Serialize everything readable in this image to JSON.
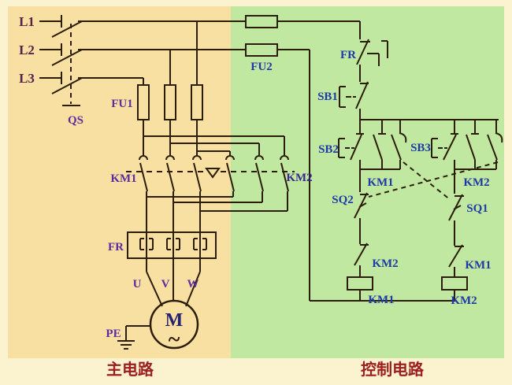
{
  "diagram": {
    "type": "electrical-schematic",
    "description": "motor forward-reverse control circuit",
    "section_labels": {
      "main": "主电路",
      "control": "控制电路"
    },
    "colors": {
      "border_bg": "#fbf2cf",
      "main_bg": "#f8dfa2",
      "control_bg": "#c1e8a0",
      "line": "#2b1d07",
      "phase_label": "#56224a",
      "main_label": "#5b2d9e",
      "control_label": "#1e3aa6",
      "motor_label": "#23246e",
      "section_label": "#9b1d1d"
    },
    "labels": {
      "phase_l1": "L1",
      "phase_l2": "L2",
      "phase_l3": "L3",
      "qs": "QS",
      "fu1": "FU1",
      "fu2": "FU2",
      "km1_main": "KM1",
      "km2_main": "KM2",
      "fr_main": "FR",
      "fr_control": "FR",
      "terminal_u": "U",
      "terminal_v": "V",
      "terminal_w": "W",
      "motor": "M",
      "motor_wave": "~",
      "pe": "PE",
      "sb1": "SB1",
      "sb2": "SB2",
      "sb3": "SB3",
      "km1_aux": "KM1",
      "km2_aux": "KM2",
      "sq2": "SQ2",
      "sq1": "SQ1",
      "km2_interlock": "KM2",
      "km1_interlock": "KM1",
      "km1_coil": "KM1",
      "km2_coil": "KM2"
    }
  }
}
